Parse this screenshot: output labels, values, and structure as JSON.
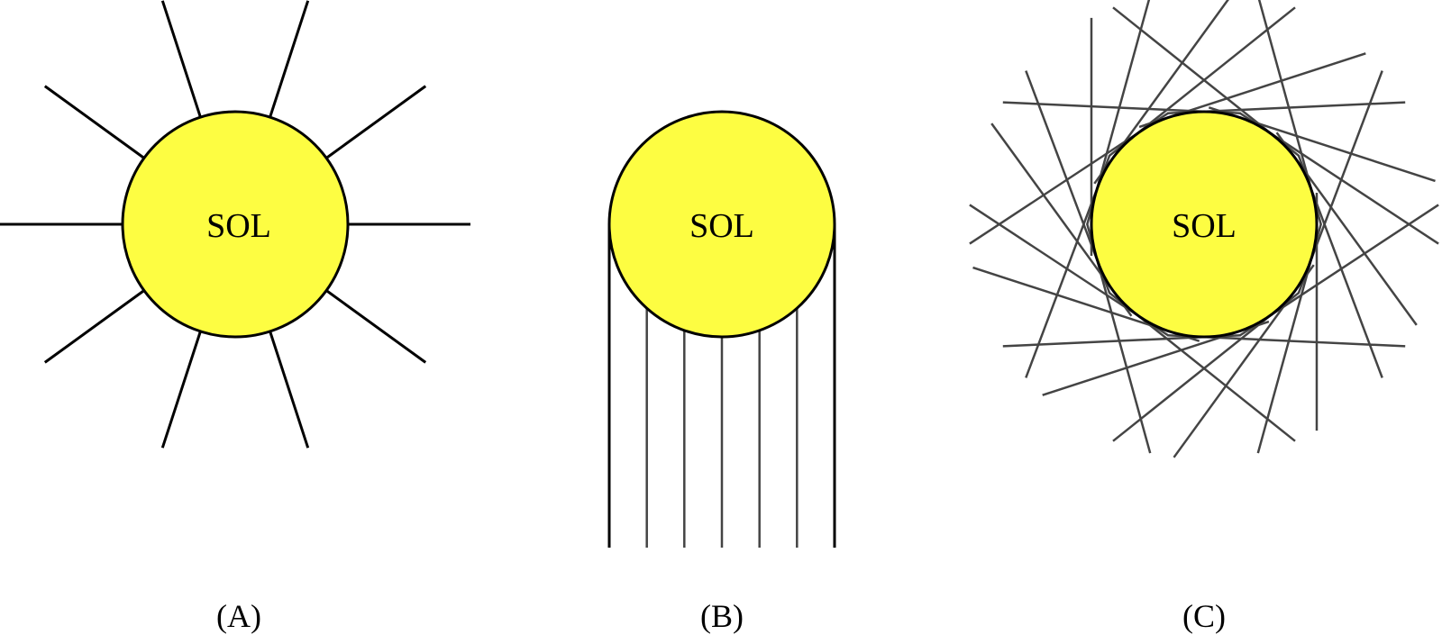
{
  "colors": {
    "sun_fill": "#fdfd42",
    "sun_stroke": "#000000",
    "ray_dark": "#000000",
    "ray_gray": "#444444"
  },
  "panels": [
    {
      "id": "a",
      "sun_label": "SOL",
      "caption": "(A)",
      "ray_pattern": "radial"
    },
    {
      "id": "b",
      "sun_label": "SOL",
      "caption": "(B)",
      "ray_pattern": "parallel"
    },
    {
      "id": "c",
      "sun_label": "SOL",
      "caption": "(C)",
      "ray_pattern": "tangential"
    }
  ]
}
